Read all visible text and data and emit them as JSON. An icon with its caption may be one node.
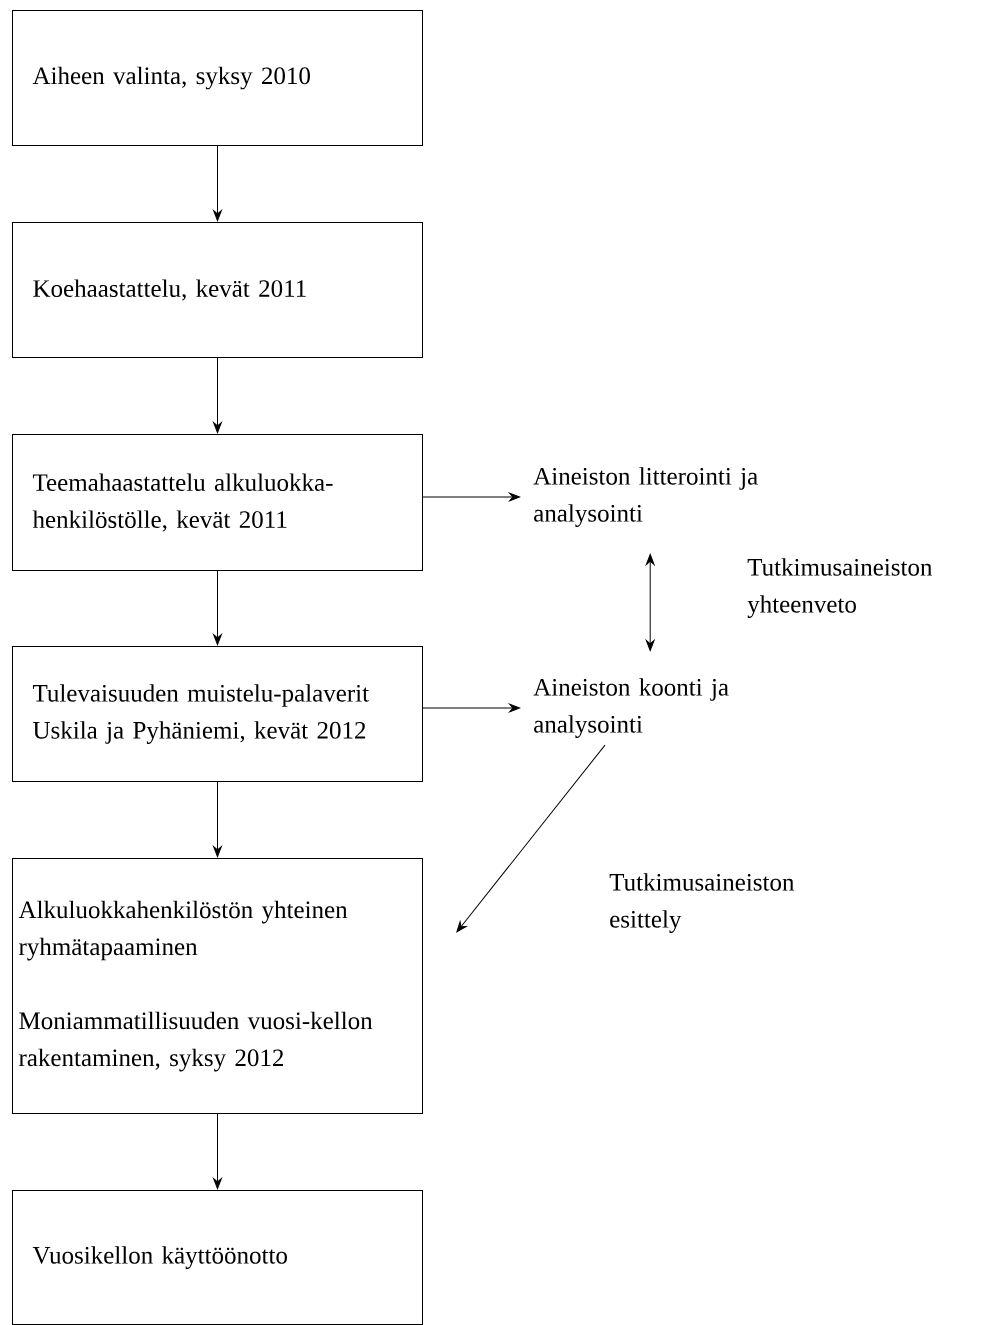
{
  "diagram": {
    "nodes": [
      {
        "text": [
          "Aiheen valinta, syksy 2010"
        ]
      },
      {
        "text": [
          "Koehaastattelu, kevät 2011"
        ]
      },
      {
        "text": [
          "Teemahaastattelu alkuluokka-henkilöstölle, kevät 2011"
        ]
      },
      {
        "text": [
          "Tulevaisuuden muistelu-palaverit Uskila ja Pyhäniemi, kevät 2012"
        ]
      },
      {
        "text": [
          "Alkuluokkahenkilöstön yhteinen ryhmätapaaminen",
          "Moniammatillisuuden vuosi-kellon rakentaminen, syksy 2012"
        ]
      },
      {
        "text": [
          "Vuosikellon käyttöönotto"
        ]
      },
      {
        "text": [
          "Aineiston litterointi ja analysointi"
        ]
      },
      {
        "text": [
          "Aineiston koonti ja analysointi"
        ]
      }
    ],
    "edges": [
      {
        "from": 0,
        "to": 1,
        "arrow": "to"
      },
      {
        "from": 1,
        "to": 2,
        "arrow": "to"
      },
      {
        "from": 2,
        "to": 3,
        "arrow": "to"
      },
      {
        "from": 3,
        "to": 4,
        "arrow": "to"
      },
      {
        "from": 4,
        "to": 5,
        "arrow": "to"
      },
      {
        "from": 2,
        "to": 6,
        "arrow": "to"
      },
      {
        "from": 3,
        "to": 7,
        "arrow": "to"
      },
      {
        "from": 6,
        "to": 7,
        "arrow": "both",
        "label": "Tutkimusaineiston yhteenveto"
      },
      {
        "from": 7,
        "to": 4,
        "arrow": "to",
        "label": "Tutkimusaineiston esittely"
      }
    ]
  }
}
